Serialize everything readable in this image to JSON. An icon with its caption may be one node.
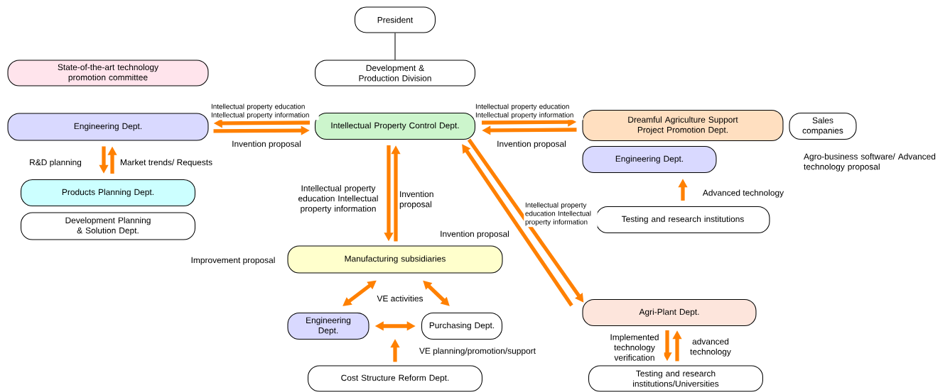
{
  "diagram": {
    "nodes": [
      {
        "text": [
          "President"
        ]
      },
      {
        "text": [
          "Development & Production Division"
        ]
      },
      {
        "text": [
          "State-of-the-art technology promotion committee"
        ]
      },
      {
        "text": [
          "Engineering Dept."
        ]
      },
      {
        "text": [
          "Intellectual Property Control Dept."
        ]
      },
      {
        "text": [
          "Dreamful Agriculture Support Project Promotion Dept."
        ]
      },
      {
        "text": [
          "Sales companies"
        ]
      },
      {
        "text": [
          "Engineering Dept."
        ]
      },
      {
        "text": [
          "Products Planning Dept."
        ]
      },
      {
        "text": [
          "Development Planning & Solution Dept."
        ]
      },
      {
        "text": [
          "Testing and research institutions"
        ]
      },
      {
        "text": [
          "Manufacturing subsidiaries"
        ]
      },
      {
        "text": [
          "Engineering Dept."
        ]
      },
      {
        "text": [
          "Purchasing Dept."
        ]
      },
      {
        "text": [
          "Agri-Plant Dept."
        ]
      },
      {
        "text": [
          "Cost Structure Reform Dept."
        ]
      },
      {
        "text": [
          "Testing and research institutions/Universities"
        ]
      }
    ],
    "edges": [
      {
        "from": 0,
        "to": 1,
        "arrow": "none",
        "color": "#000000"
      },
      {
        "from": 4,
        "to": 3,
        "arrow": "to",
        "label": "Intellectual property education Intellectual property information"
      },
      {
        "from": 3,
        "to": 4,
        "arrow": "to",
        "label": "Invention proposal"
      },
      {
        "from": 3,
        "to": 8,
        "arrow": "to",
        "label": "R&D planning"
      },
      {
        "from": 8,
        "to": 3,
        "arrow": "to",
        "label": "Market trends/ Requests"
      },
      {
        "from": 4,
        "to": 11,
        "arrow": "to",
        "label": "Intellectual property education Intellectual property information"
      },
      {
        "from": 11,
        "to": 4,
        "arrow": "to",
        "label": "Invention proposal"
      },
      {
        "from": 4,
        "to": 5,
        "arrow": "to",
        "label": "Intellectual property education Intellectual property information"
      },
      {
        "from": 5,
        "to": 4,
        "arrow": "to",
        "label": "Invention proposal"
      },
      {
        "from": 10,
        "to": 7,
        "arrow": "to",
        "label": "Advanced technology"
      },
      {
        "from": 4,
        "to": 14,
        "arrow": "to",
        "label": "Intellectual property education Intellectual property information"
      },
      {
        "from": 14,
        "to": 4,
        "arrow": "to",
        "label": "Invention proposal"
      },
      {
        "from": 11,
        "to": 12,
        "arrow": "both"
      },
      {
        "from": 11,
        "to": 13,
        "arrow": "both"
      },
      {
        "from": 12,
        "to": 13,
        "arrow": "both"
      },
      {
        "from": 15,
        "to": null,
        "arrow": "to",
        "label": "VE planning/promotion/support"
      },
      {
        "from": 14,
        "to": 16,
        "arrow": "to",
        "label": "Implemented technology verification"
      },
      {
        "from": 16,
        "to": 14,
        "arrow": "to",
        "label": "advanced technology"
      }
    ],
    "labels": [
      "Improvement proposal",
      "Agro-business software/ Advanced technology proposal",
      "VE activities"
    ]
  }
}
